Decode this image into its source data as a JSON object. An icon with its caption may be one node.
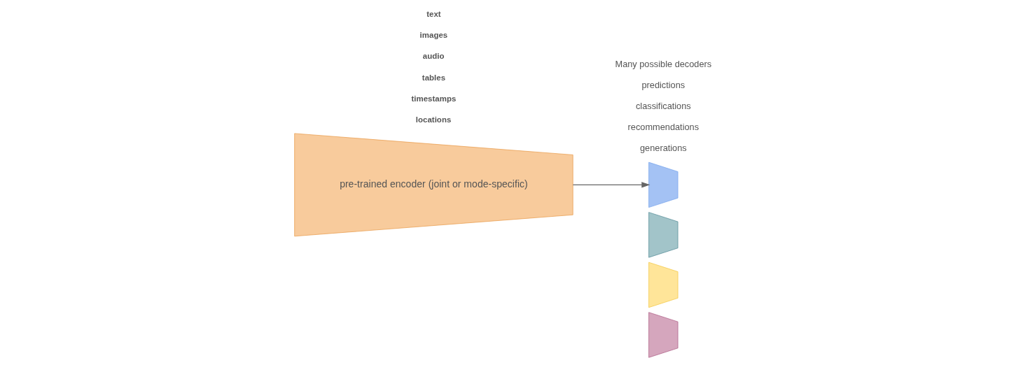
{
  "diagram": {
    "nodes": [
      {
        "text": [
          "pre-trained encoder (joint or mode-specific)"
        ]
      },
      {
        "text": [],
        "shape": "trapezoid"
      },
      {
        "text": [],
        "shape": "trapezoid"
      },
      {
        "text": [],
        "shape": "trapezoid"
      },
      {
        "text": [],
        "shape": "trapezoid"
      }
    ],
    "edges": [
      {
        "from": 0,
        "to": 1,
        "arrow": "to"
      }
    ],
    "labels": [
      "text",
      "images",
      "audio",
      "tables",
      "timestamps",
      "locations",
      "Many possible decoders",
      "predictions",
      "classifications",
      "recommendations",
      "generations"
    ]
  }
}
